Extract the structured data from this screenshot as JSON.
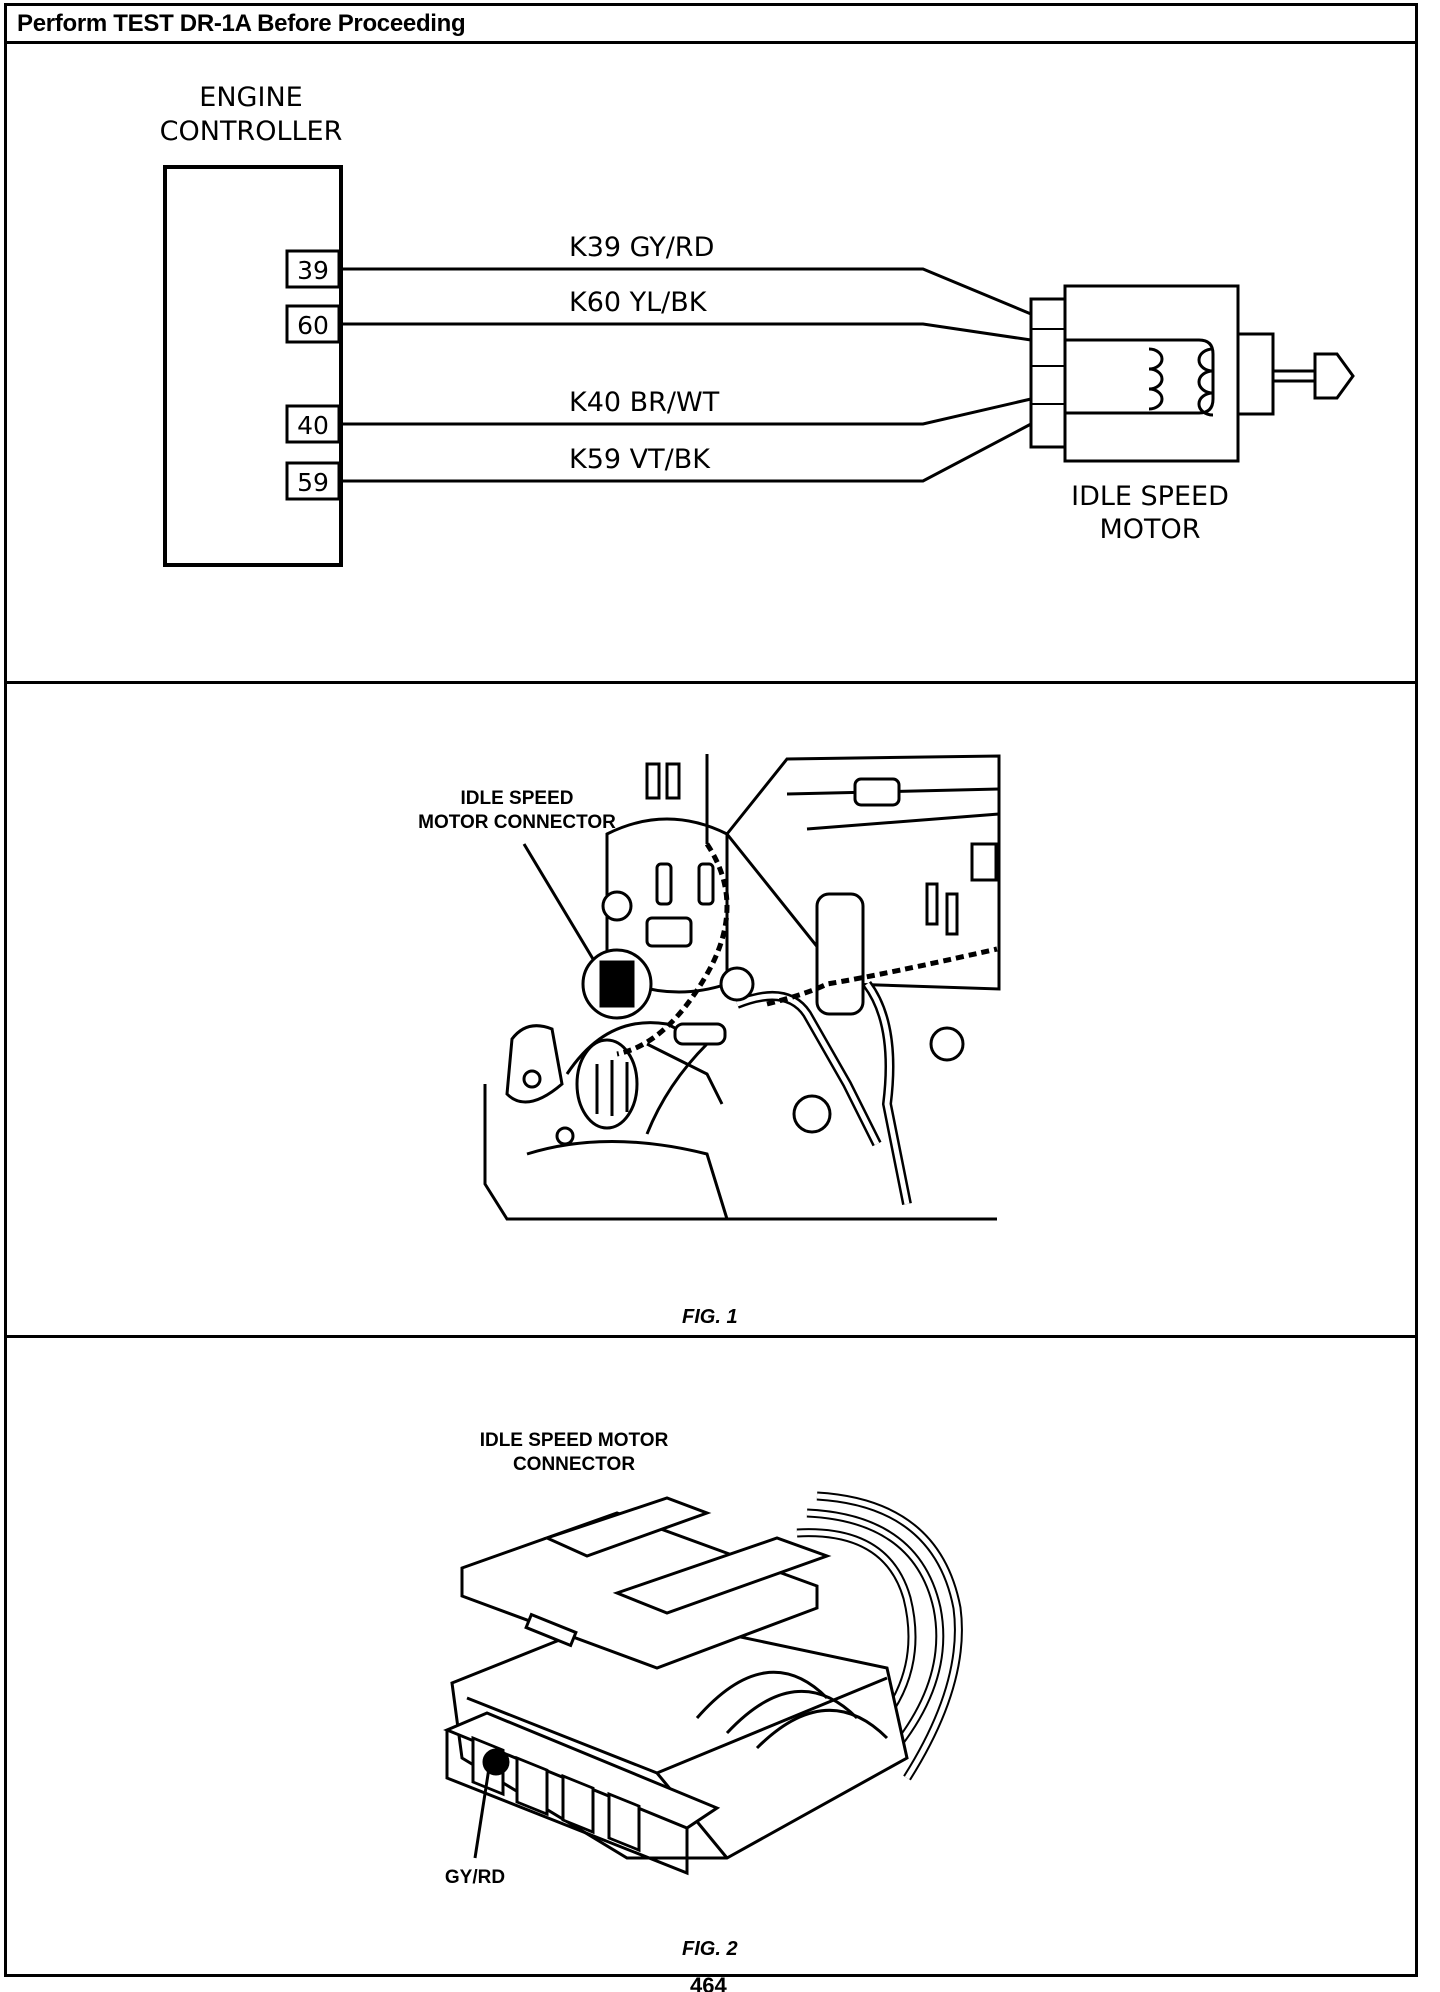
{
  "header": {
    "title": "Perform TEST DR-1A Before Proceeding"
  },
  "schematic": {
    "controller_label": [
      "ENGINE",
      "CONTROLLER"
    ],
    "pins": [
      {
        "pin": "39",
        "circuit": "K39 GY/RD"
      },
      {
        "pin": "60",
        "circuit": "K60 YL/BK"
      },
      {
        "pin": "40",
        "circuit": "K40 BR/WT"
      },
      {
        "pin": "59",
        "circuit": "K59 VT/BK"
      }
    ],
    "motor_label": [
      "IDLE SPEED",
      "MOTOR"
    ]
  },
  "fig1": {
    "callout": [
      "IDLE SPEED",
      "MOTOR CONNECTOR"
    ],
    "caption": "FIG. 1"
  },
  "fig2": {
    "callout": [
      "IDLE SPEED MOTOR",
      "CONNECTOR"
    ],
    "pin_label": "GY/RD",
    "caption": "FIG. 2"
  },
  "footer": {
    "page": "464"
  }
}
